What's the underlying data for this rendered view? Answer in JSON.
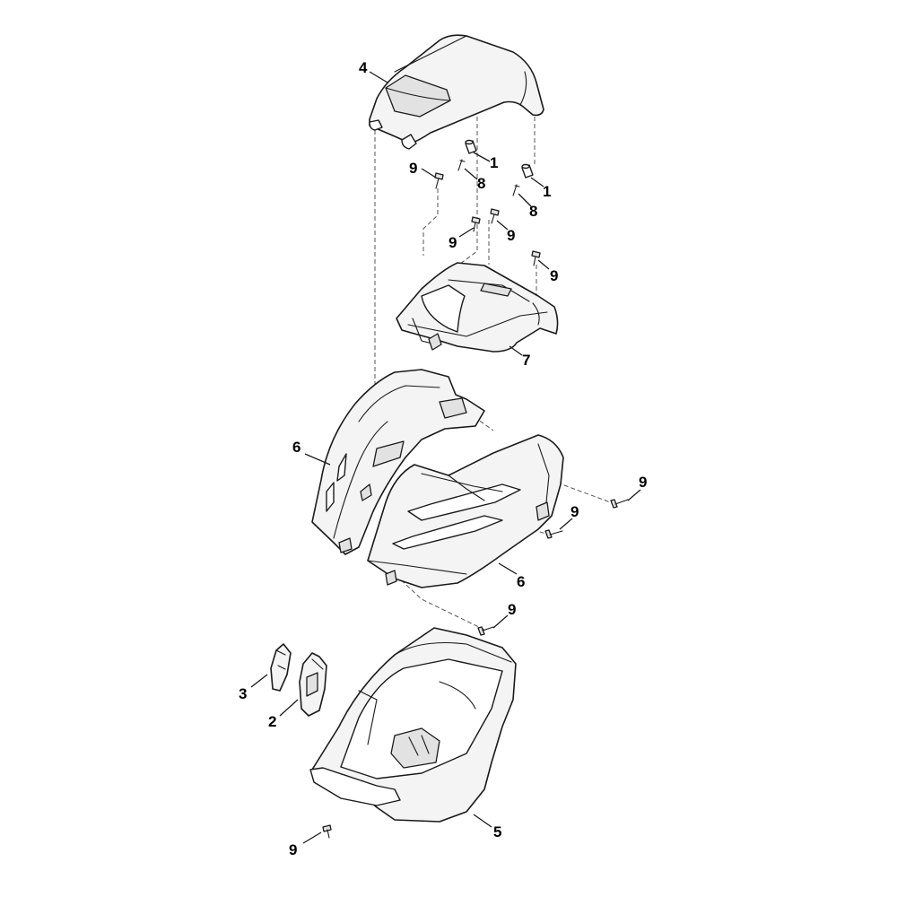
{
  "callouts": [
    {
      "label": "4"
    },
    {
      "label": "1"
    },
    {
      "label": "8"
    },
    {
      "label": "9"
    },
    {
      "label": "1"
    },
    {
      "label": "8"
    },
    {
      "label": "9"
    },
    {
      "label": "9"
    },
    {
      "label": "9"
    },
    {
      "label": "7"
    },
    {
      "label": "6"
    },
    {
      "label": "9"
    },
    {
      "label": "9"
    },
    {
      "label": "6"
    },
    {
      "label": "9"
    },
    {
      "label": "3"
    },
    {
      "label": "2"
    },
    {
      "label": "5"
    },
    {
      "label": "9"
    }
  ]
}
